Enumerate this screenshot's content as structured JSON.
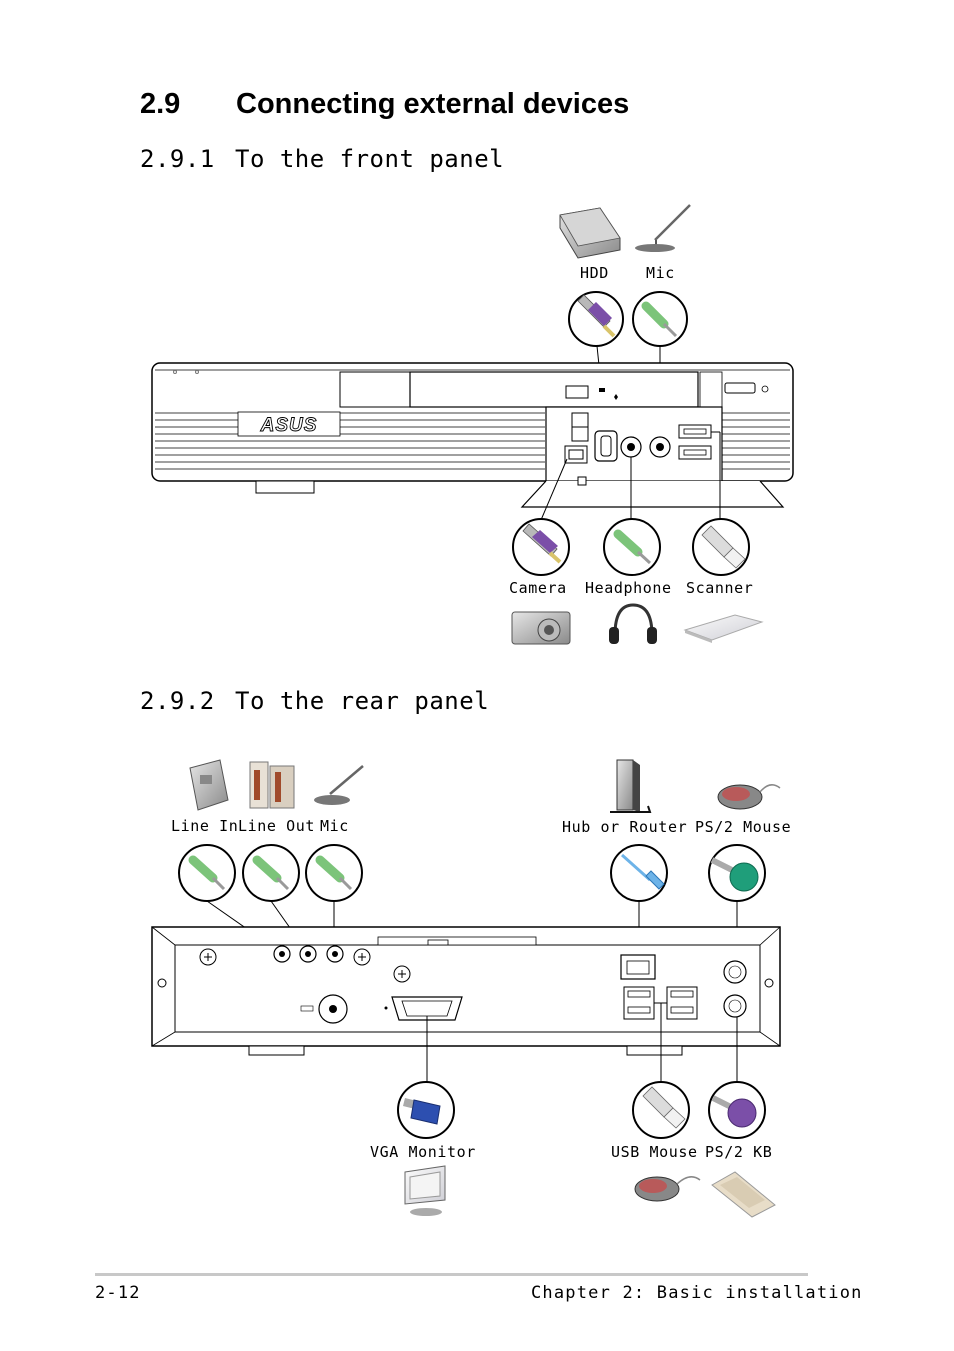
{
  "section": {
    "number": "2.9",
    "title": "Connecting external devices"
  },
  "front": {
    "number": "2.9.1",
    "title": "To the front panel",
    "labels": {
      "hdd": "HDD",
      "mic": "Mic",
      "camera": "Camera",
      "headphone": "Headphone",
      "scanner": "Scanner"
    },
    "brand": "ASUS"
  },
  "rear": {
    "number": "2.9.2",
    "title": "To the rear panel",
    "labels": {
      "line_in": "Line In",
      "line_out": "Line Out",
      "mic": "Mic",
      "hub": "Hub or Router",
      "ps2_mouse": "PS/2 Mouse",
      "vga": "VGA Monitor",
      "usb_mouse": "USB Mouse",
      "ps2_kb": "PS/2 KB"
    }
  },
  "footer": {
    "page": "2-12",
    "chapter": "Chapter 2: Basic installation"
  },
  "colors": {
    "audio_green": "#7cc47a",
    "ps2_purple": "#7b4fa8",
    "ps2_green": "#1f9e7a",
    "vga_blue": "#2d4fb0",
    "lan_blue": "#6db3e8",
    "rule_gray": "#c8c8c8"
  }
}
